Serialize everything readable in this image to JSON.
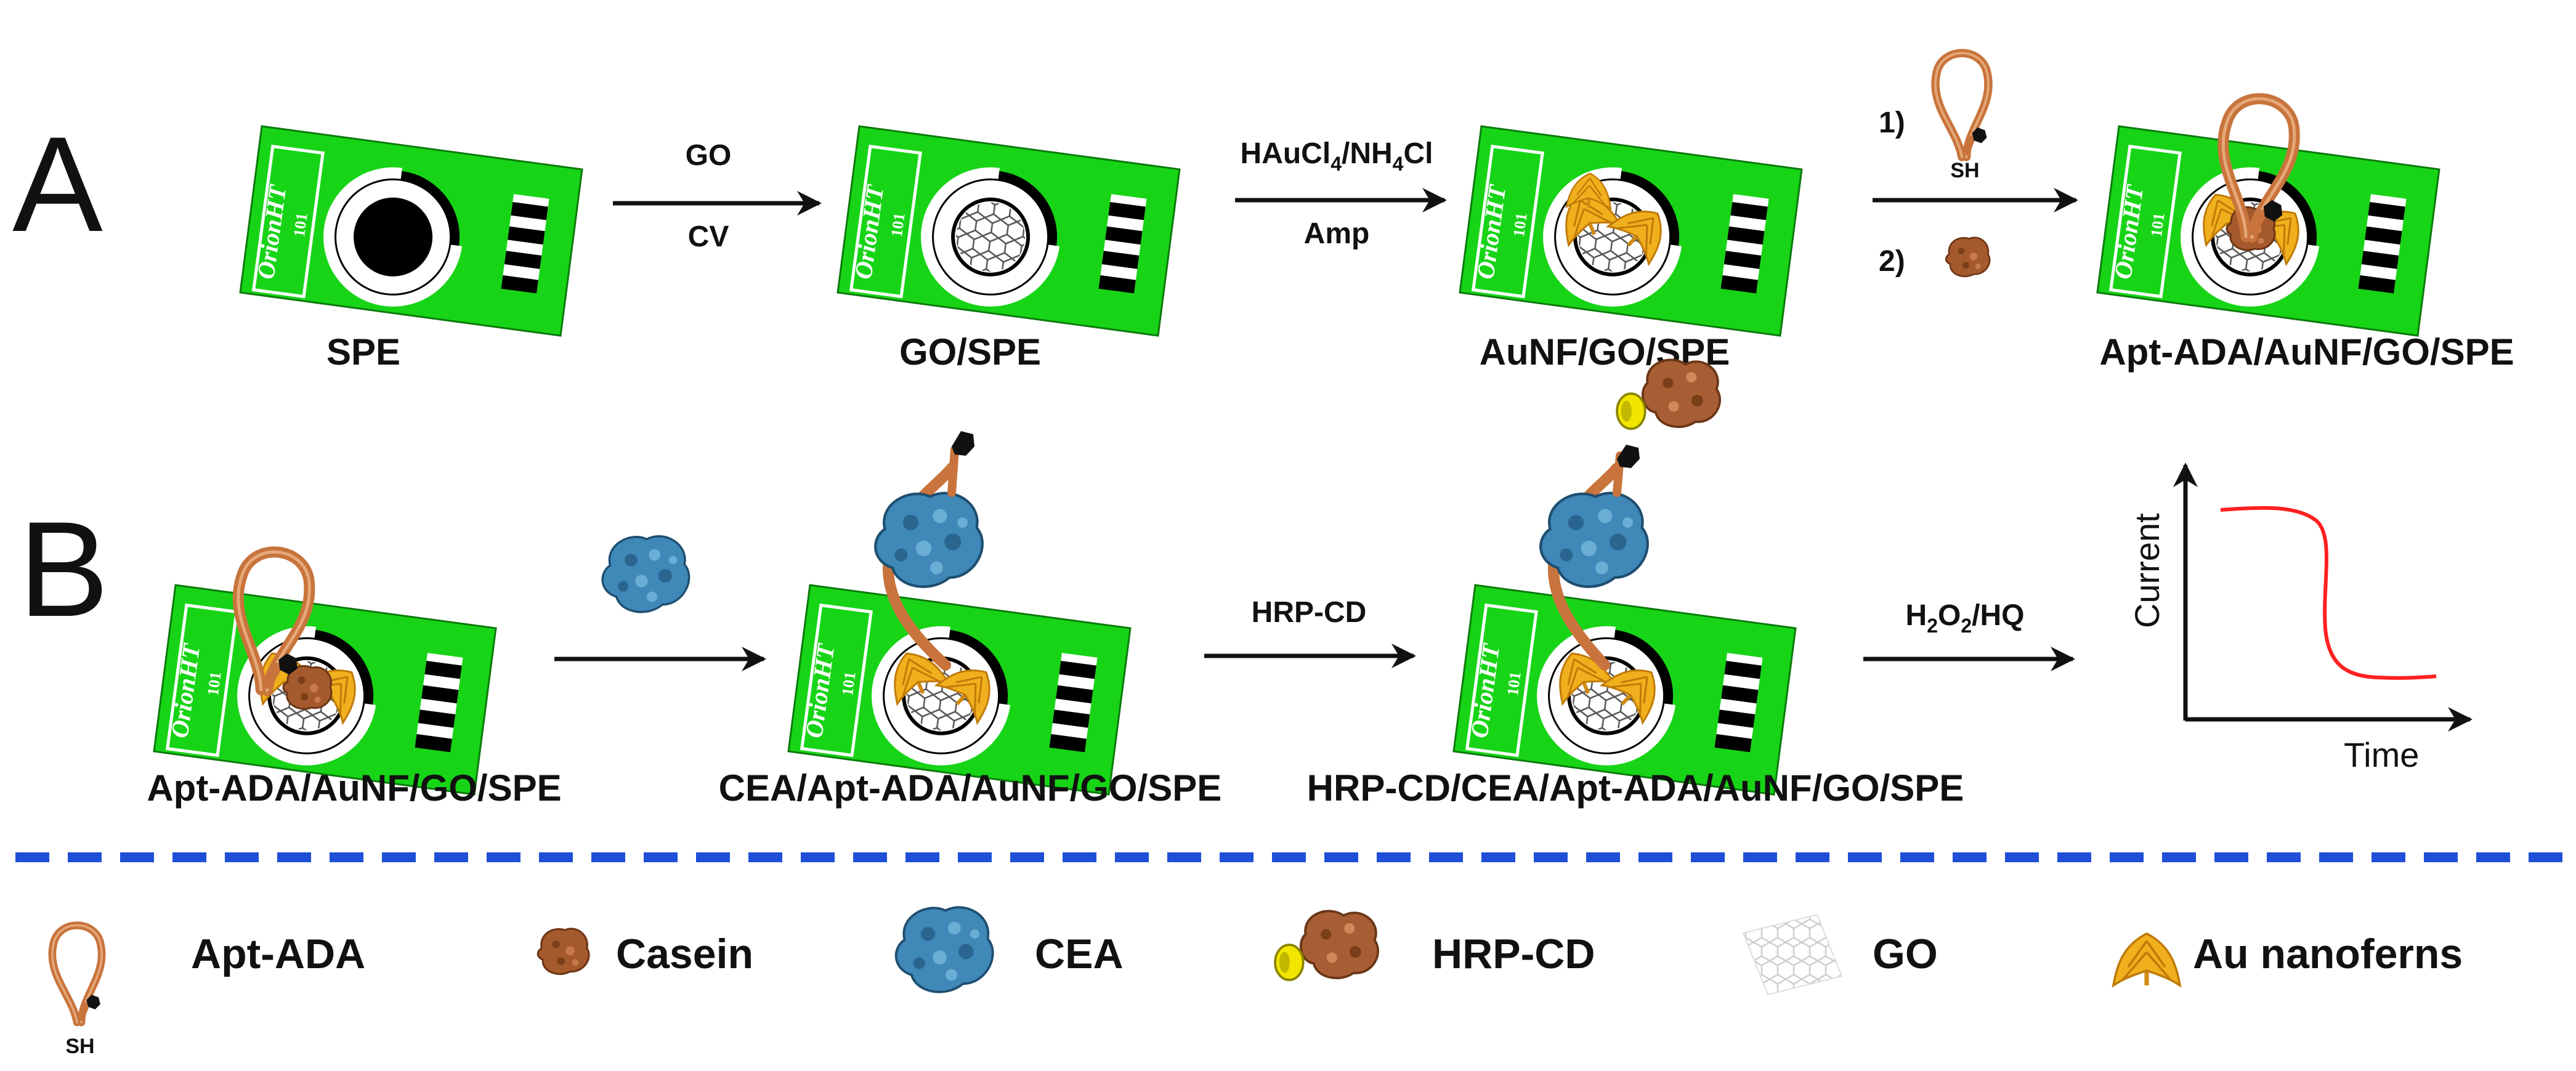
{
  "panels": {
    "a": {
      "letter": "A"
    },
    "b": {
      "letter": "B"
    }
  },
  "brand_text": {
    "name": "OrionHT",
    "model": "101"
  },
  "row_a": {
    "labels": [
      "SPE",
      "GO/SPE",
      "AuNF/GO/SPE",
      "Apt-ADA/AuNF/GO/SPE"
    ],
    "arrow1": {
      "top": "GO",
      "bottom": "CV"
    },
    "arrow2": {
      "top_main": "HAuCl",
      "top_sub1": "4",
      "top_mid": "/NH",
      "top_sub2": "4",
      "top_end": "Cl",
      "bottom": "Amp"
    },
    "arrow3": {
      "step1": "1)",
      "step2": "2)",
      "sh": "SH"
    }
  },
  "row_b": {
    "labels": [
      "Apt-ADA/AuNF/GO/SPE",
      "CEA/Apt-ADA/AuNF/GO/SPE",
      "HRP-CD/CEA/Apt-ADA/AuNF/GO/SPE"
    ],
    "arrow2": {
      "top": "HRP-CD"
    },
    "arrow3": {
      "h": "H",
      "sub1": "2",
      "o": "O",
      "sub2": "2",
      "rest": "/HQ"
    },
    "plot": {
      "ylabel": "Current",
      "xlabel": "Time",
      "curve_color": "#ff2020"
    }
  },
  "legend": {
    "divider_color": "#1f4fd6",
    "items": [
      {
        "label": "Apt-ADA",
        "icon": "aptamer-icon",
        "sh": "SH"
      },
      {
        "label": "Casein",
        "icon": "casein-icon"
      },
      {
        "label": "CEA",
        "icon": "cea-protein-icon"
      },
      {
        "label": "HRP-CD",
        "icon": "hrp-cd-icon"
      },
      {
        "label": "GO",
        "icon": "graphene-oxide-icon"
      },
      {
        "label": "Au nanoferns",
        "icon": "au-nanofern-icon"
      }
    ]
  },
  "colors": {
    "electrode_green": "#17d417",
    "aptamer": "#c8743c",
    "casein": "#a55a2e",
    "cea": "#3f88b8",
    "hrp_cd_yellow": "#f2e600",
    "au_fern": "#e5a21c"
  }
}
